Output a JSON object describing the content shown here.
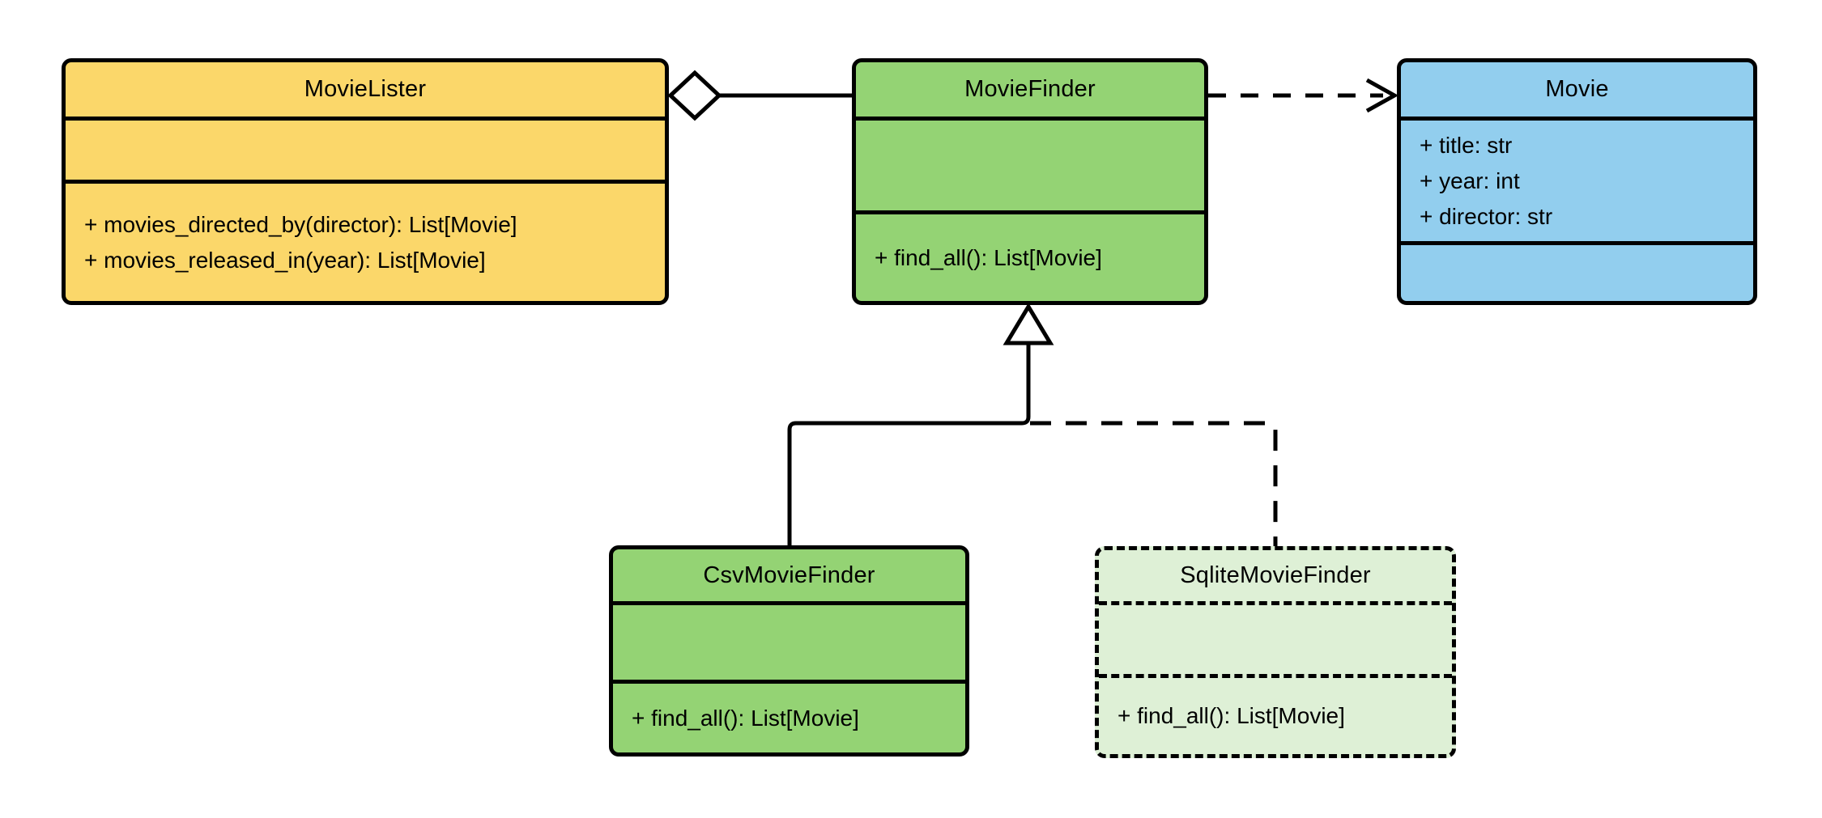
{
  "diagram": {
    "kind": "uml-class-diagram",
    "background_color": "#FFFFFF",
    "stroke_color": "#000000",
    "text_color": "#000000"
  },
  "classes": [
    {
      "name": "MovieLister",
      "fill": "#FBD76A",
      "border_style": "solid",
      "attributes": [],
      "methods": [
        "+ movies_directed_by(director): List[Movie]",
        "+ movies_released_in(year): List[Movie]"
      ]
    },
    {
      "name": "MovieFinder",
      "fill": "#94D374",
      "border_style": "solid",
      "attributes": [],
      "methods": [
        "+ find_all(): List[Movie]"
      ]
    },
    {
      "name": "Movie",
      "fill": "#92CEEE",
      "border_style": "solid",
      "attributes": [
        "+ title: str",
        "+ year: int",
        "+ director: str"
      ],
      "methods": []
    },
    {
      "name": "CsvMovieFinder",
      "fill": "#94D374",
      "border_style": "solid",
      "attributes": [],
      "methods": [
        "+ find_all(): List[Movie]"
      ]
    },
    {
      "name": "SqliteMovieFinder",
      "fill": "#DEF0D6",
      "border_style": "dashed",
      "attributes": [],
      "methods": [
        "+ find_all(): List[Movie]"
      ]
    }
  ],
  "relationships": [
    {
      "type": "aggregation",
      "from": "MovieLister",
      "to": "MovieFinder",
      "line": "solid",
      "marker": "hollow-diamond"
    },
    {
      "type": "dependency",
      "from": "MovieFinder",
      "to": "Movie",
      "line": "dashed",
      "marker": "open-arrow"
    },
    {
      "type": "generalization",
      "from": "CsvMovieFinder",
      "to": "MovieFinder",
      "line": "solid",
      "marker": "hollow-triangle"
    },
    {
      "type": "generalization",
      "from": "SqliteMovieFinder",
      "to": "MovieFinder",
      "line": "dashed",
      "marker": "hollow-triangle"
    }
  ]
}
